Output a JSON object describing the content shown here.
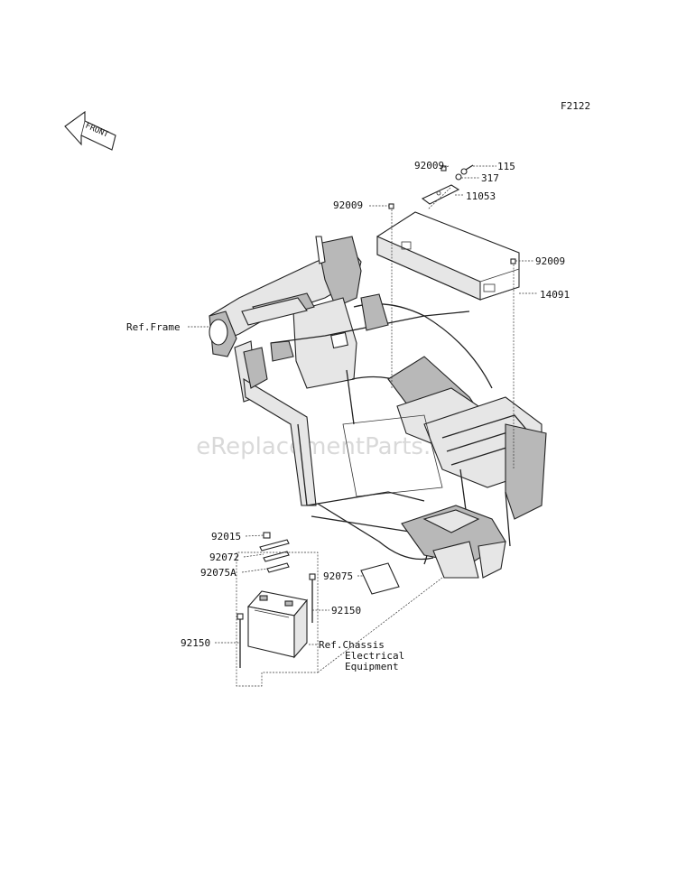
{
  "figure_code": "F2122",
  "front_label": "FRONT",
  "watermark": "eReplacementParts.com",
  "callouts": {
    "p92009_top": "92009",
    "p115": "115",
    "p317": "317",
    "p11053": "11053",
    "p92009_left": "92009",
    "p92009_right": "92009",
    "p14091": "14091",
    "ref_frame": "Ref.Frame",
    "p92015": "92015",
    "p92072": "92072",
    "p92075A": "92075A",
    "p92075": "92075",
    "p92150_right": "92150",
    "p92150_left": "92150",
    "ref_chassis_1": "Ref.Chassis",
    "ref_chassis_2": "Electrical",
    "ref_chassis_3": "Equipment"
  }
}
